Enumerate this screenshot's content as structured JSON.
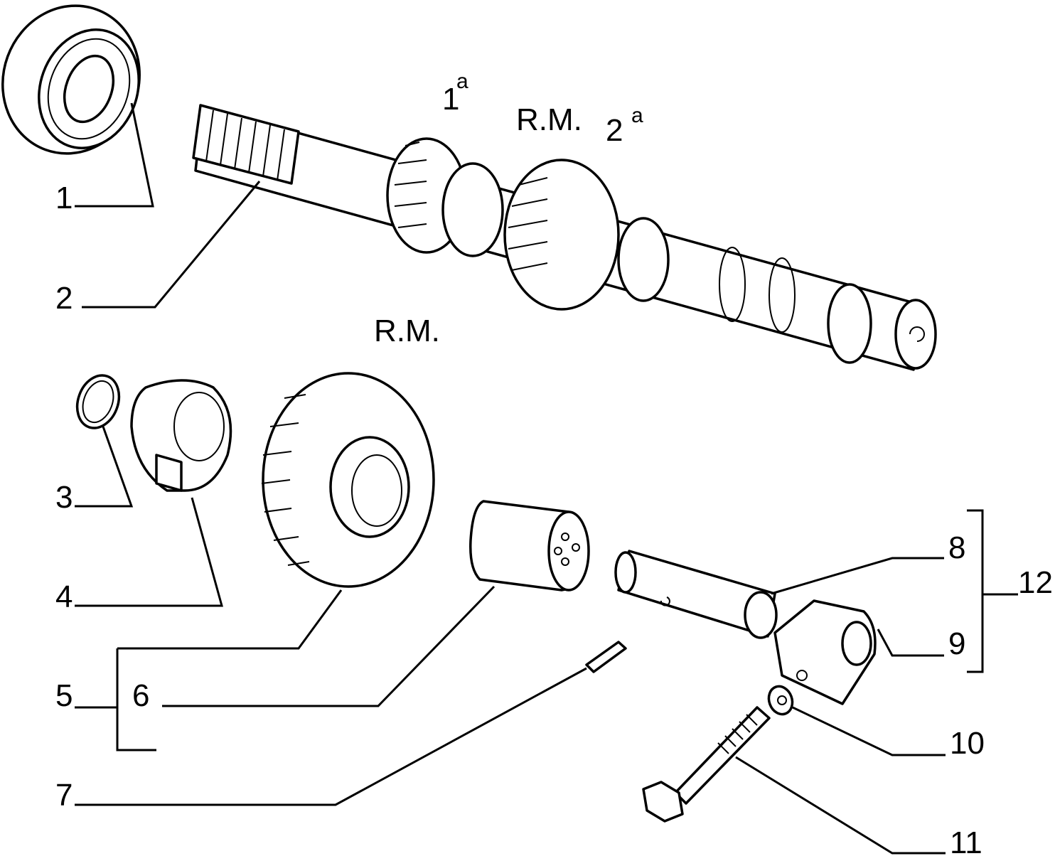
{
  "diagram": {
    "callouts": {
      "c1": "1",
      "c2": "2",
      "c3": "3",
      "c4": "4",
      "c5": "5",
      "c6": "6",
      "c7": "7",
      "c8": "8",
      "c9": "9",
      "c10": "10",
      "c11": "11",
      "c12": "12"
    },
    "gear_labels": {
      "first": "1",
      "first_sup": "a",
      "reverse_top": "R.M.",
      "second": "2",
      "second_sup": "a",
      "reverse_gear": "R.M."
    }
  }
}
